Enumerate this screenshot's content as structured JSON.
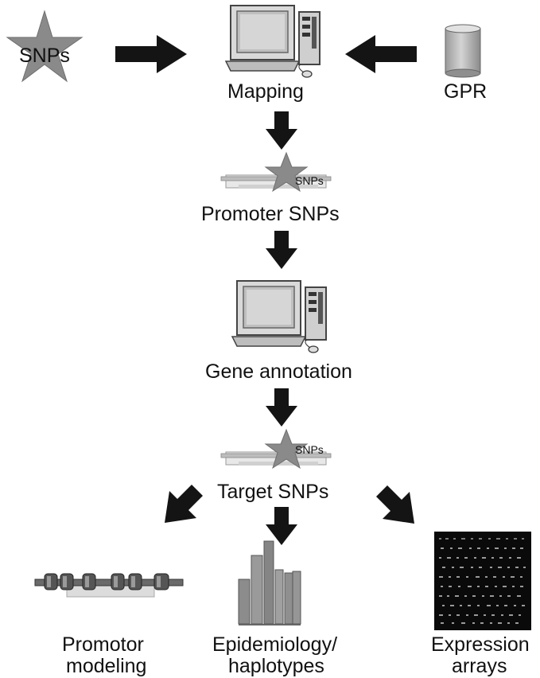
{
  "diagram": {
    "sources": {
      "snps_label": "SNPs",
      "mapping_label": "Mapping",
      "gpr_label": "GPR"
    },
    "promoter": {
      "marker_label": "SNPs",
      "label": "Promoter SNPs"
    },
    "annotation": {
      "label": "Gene annotation"
    },
    "target": {
      "marker_label": "SNPs",
      "label": "Target SNPs"
    },
    "outputs": [
      {
        "line1": "Promotor",
        "line2": "modeling"
      },
      {
        "line1": "Epidemiology/",
        "line2": "haplotypes"
      },
      {
        "line1": "Expression",
        "line2": "arrays"
      }
    ]
  },
  "icons": {
    "star": "star-icon",
    "computer": "computer-icon",
    "database": "database-cylinder-icon",
    "gene": "gene-strand-icon",
    "promoter_model": "dna-model-icon",
    "bar_chart": "bar-chart-icon",
    "microarray": "microarray-icon",
    "arrow": "arrow-icon"
  },
  "colors": {
    "arrow": "#141414",
    "star": "#8a8a8a",
    "screen": "#cfcfcf",
    "chart_bar": "#8c8c8c",
    "array_bg": "#0a0a0a"
  }
}
